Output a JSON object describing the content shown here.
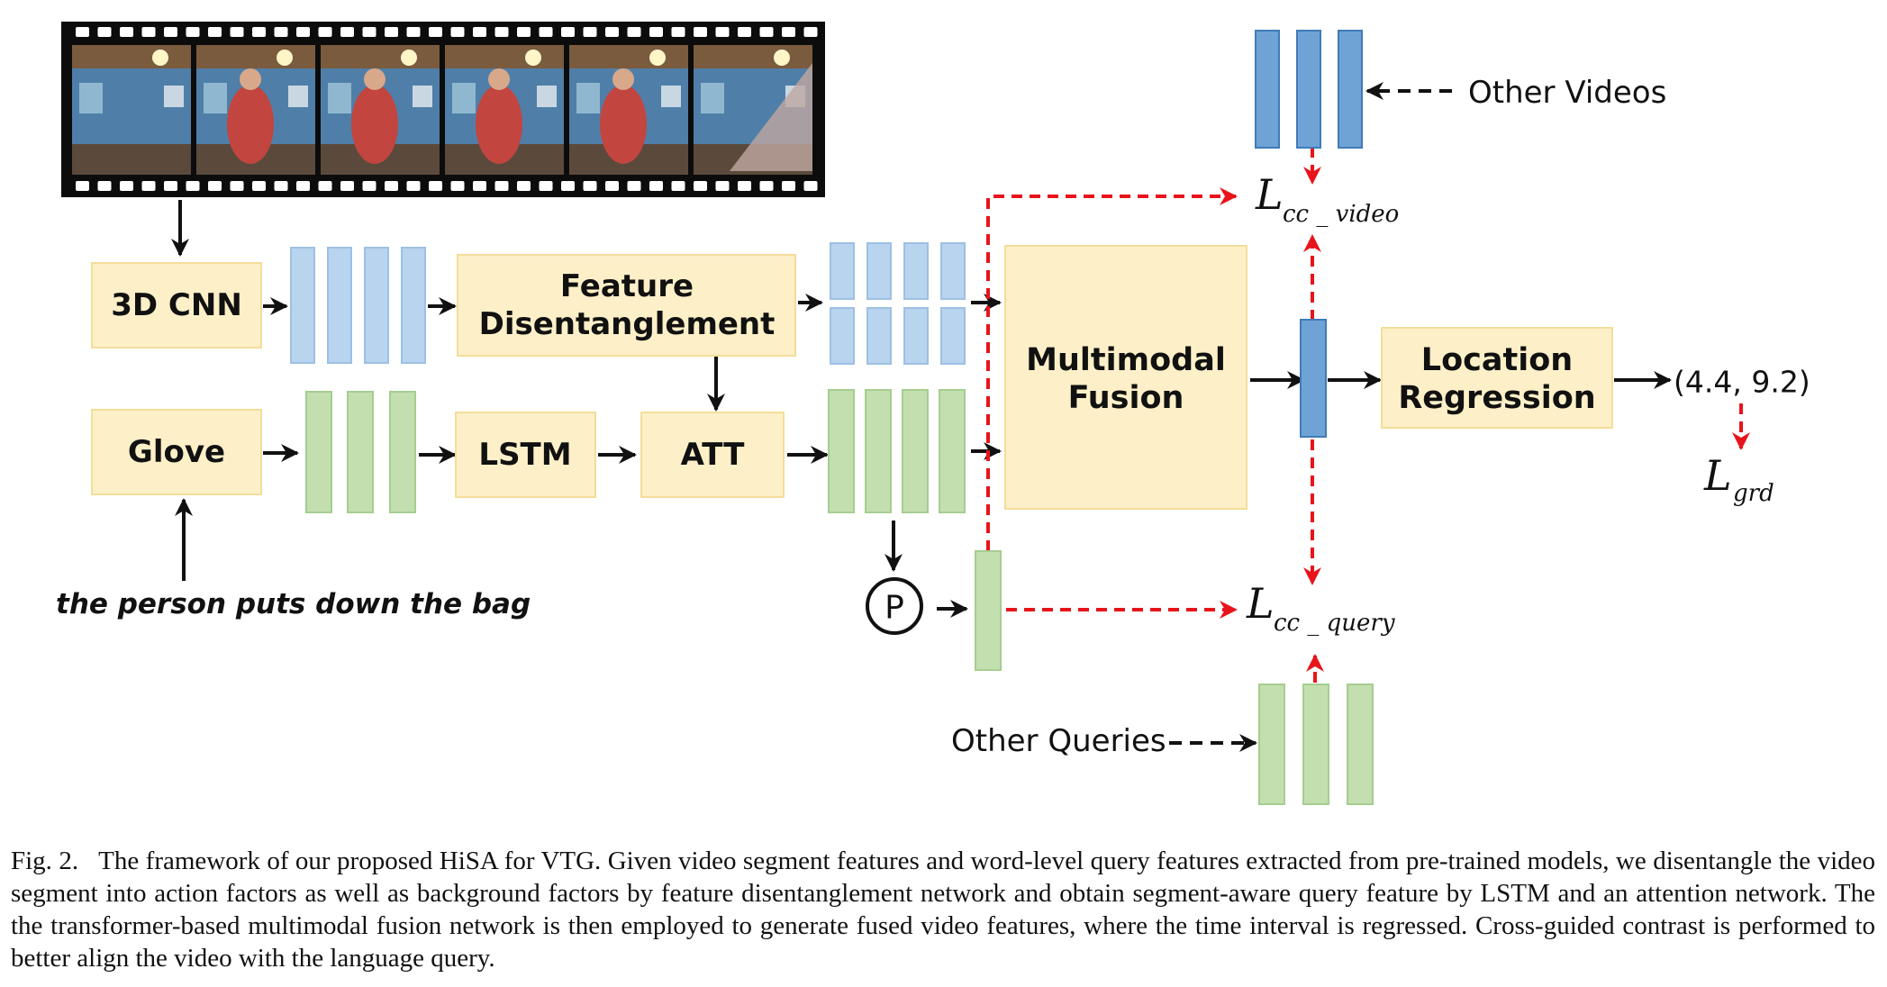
{
  "diagram": {
    "boxes": {
      "cnn": "3D CNN",
      "glove": "Glove",
      "fd_line1": "Feature",
      "fd_line2": "Disentanglement",
      "lstm": "LSTM",
      "att": "ATT",
      "mf_line1": "Multimodal",
      "mf_line2": "Fusion",
      "lr_line1": "Location",
      "lr_line2": "Regression"
    },
    "pool_symbol": "P",
    "query_text": "the person puts down the bag",
    "other_videos": "Other Videos",
    "other_queries": "Other Queries",
    "output": "(4.4, 9.2)",
    "losses": {
      "video_main": "L",
      "video_sub": "cc _ video",
      "query_main": "L",
      "query_sub": "cc _ query",
      "grd_main": "L",
      "grd_sub": "grd"
    },
    "colors": {
      "box_fill": "#fdf0c8",
      "box_border": "#f4dd9a",
      "blue_feature": "#b9d4ee",
      "blue_feature_dark": "#6fa3d6",
      "green_feature": "#c3dfb0",
      "contrast_arrow": "#e8141b"
    }
  },
  "caption": {
    "label": "Fig. 2.",
    "text": "The framework of our proposed HiSA for VTG. Given video segment features and word-level query features extracted from pre-trained models, we disentangle the video segment into action factors as well as background factors by feature disentanglement network and obtain segment-aware query feature by LSTM and an attention network. The the transformer-based multimodal fusion network is then employed to generate fused video features, where the time interval is regressed. Cross-guided contrast is performed to better align the video with the language query."
  }
}
